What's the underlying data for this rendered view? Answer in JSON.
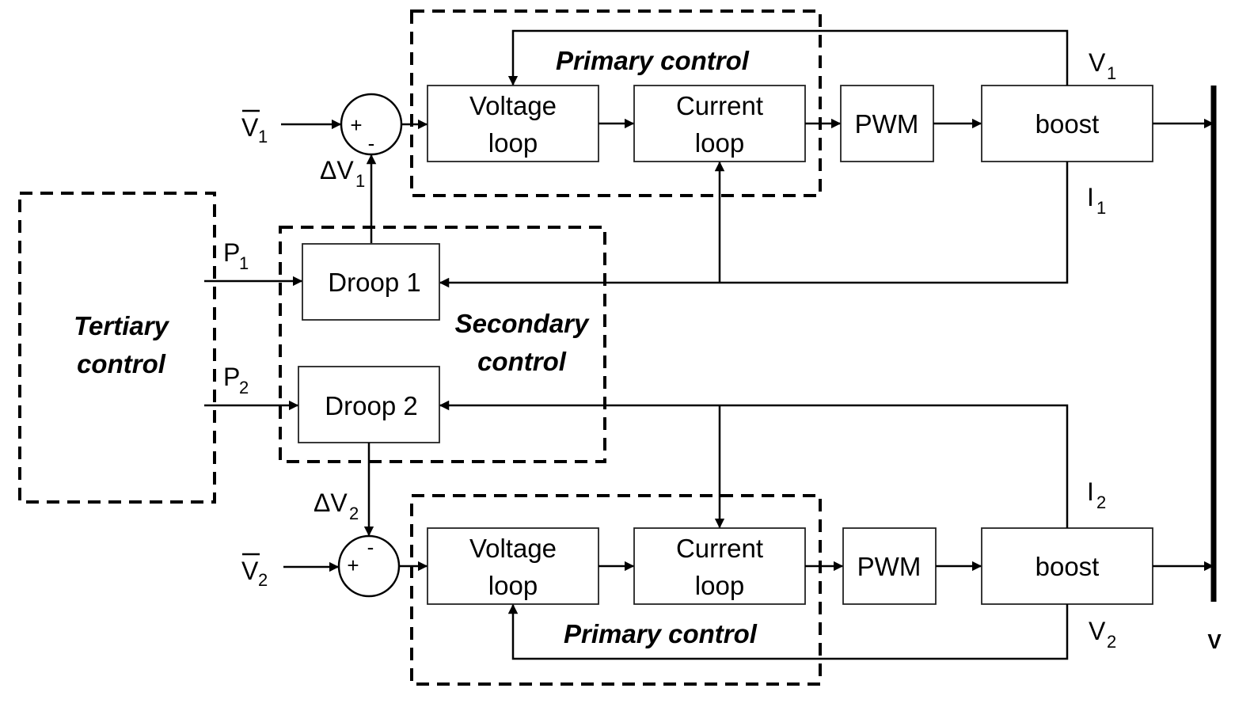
{
  "groups": {
    "primary_top": "Primary control",
    "primary_bottom": "Primary control",
    "secondary_line1": "Secondary",
    "secondary_line2": "control",
    "tertiary_line1": "Tertiary",
    "tertiary_line2": "control"
  },
  "blocks": {
    "voltage_loop_1": [
      "Voltage",
      "loop"
    ],
    "current_loop_1": [
      "Current",
      "loop"
    ],
    "pwm_1": "PWM",
    "boost_1": "boost",
    "voltage_loop_2": [
      "Voltage",
      "loop"
    ],
    "current_loop_2": [
      "Current",
      "loop"
    ],
    "pwm_2": "PWM",
    "boost_2": "boost",
    "droop_1": "Droop 1",
    "droop_2": "Droop 2"
  },
  "summers": {
    "s1": {
      "plus": "+",
      "minus": "-"
    },
    "s2": {
      "plus": "+",
      "minus": "-"
    }
  },
  "signals": {
    "vref1": {
      "base": "V",
      "sub": "1",
      "overbar": true
    },
    "vref2": {
      "base": "V",
      "sub": "2",
      "overbar": true
    },
    "dv1": {
      "base": "ΔV",
      "sub": "1"
    },
    "dv2": {
      "base": "ΔV",
      "sub": "2"
    },
    "p1": {
      "base": "P",
      "sub": "1"
    },
    "p2": {
      "base": "P",
      "sub": "2"
    },
    "v1": {
      "base": "V",
      "sub": "1"
    },
    "v2": {
      "base": "V",
      "sub": "2"
    },
    "i1": {
      "base": "I",
      "sub": "1"
    },
    "i2": {
      "base": "I",
      "sub": "2"
    },
    "bus": "V"
  }
}
